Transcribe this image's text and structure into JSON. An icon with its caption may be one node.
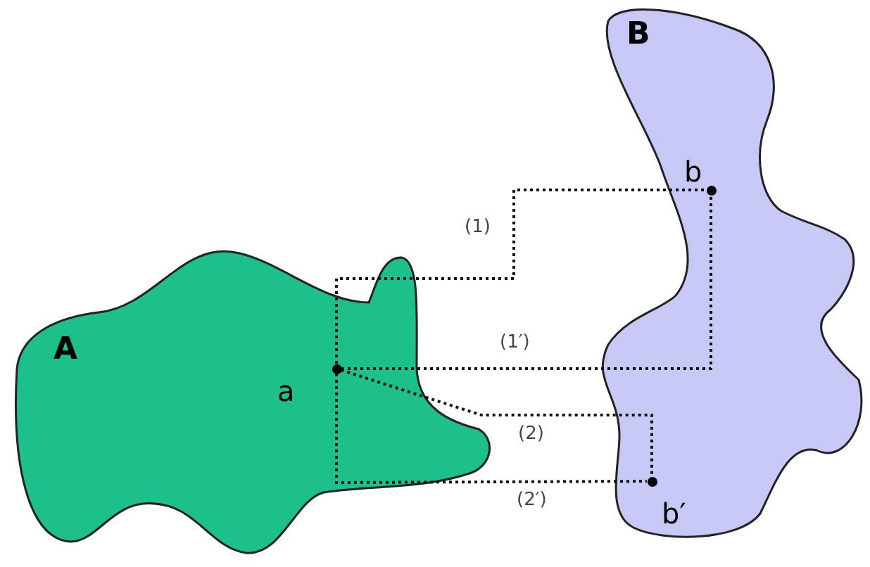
{
  "diagram": {
    "nodes": [
      {
        "text": [
          "A"
        ]
      },
      {
        "text": [
          "B"
        ]
      },
      {
        "text": [],
        "shape": "circle",
        "in": 0,
        "beside": [
          "a"
        ]
      },
      {
        "text": [],
        "shape": "circle",
        "in": 1,
        "beside": [
          "b"
        ]
      },
      {
        "text": [],
        "shape": "circle",
        "in": 1,
        "beside": [
          "b′"
        ]
      }
    ],
    "edges": [
      {
        "from": 2,
        "to": 3,
        "arrow": "none",
        "label": "(1)"
      },
      {
        "from": 2,
        "to": 3,
        "arrow": "none",
        "label": "(1′)"
      },
      {
        "from": 2,
        "to": 4,
        "arrow": "none",
        "label": "(2)"
      },
      {
        "from": 2,
        "to": 4,
        "arrow": "none",
        "label": "(2′)"
      }
    ]
  }
}
